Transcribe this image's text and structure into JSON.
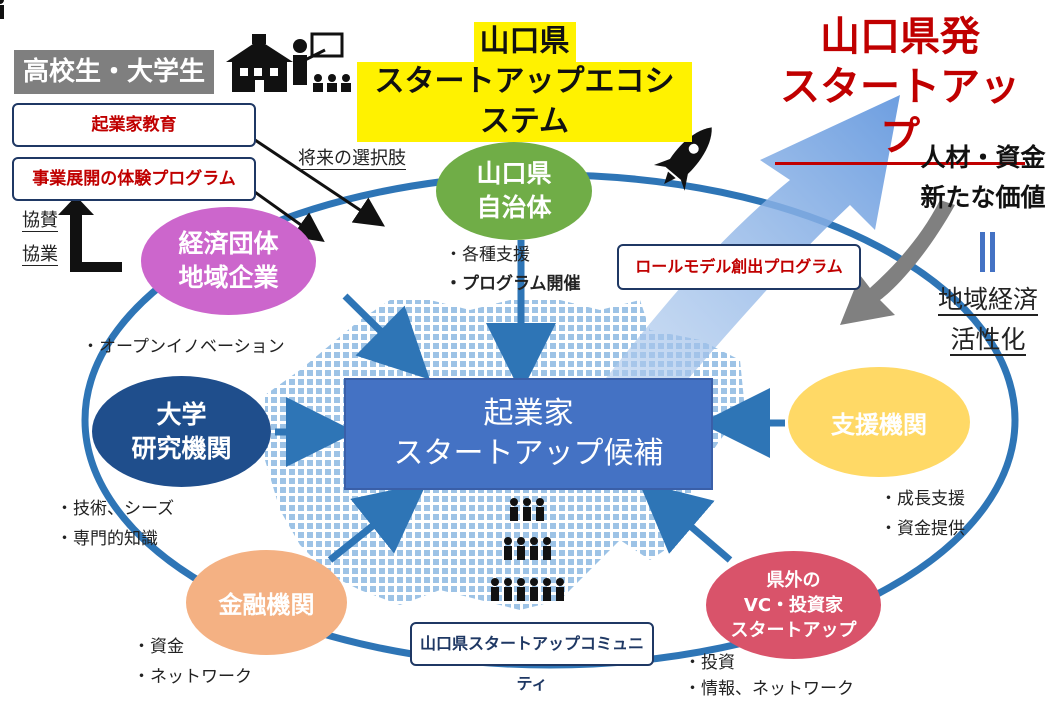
{
  "title": {
    "line1": "山口県",
    "line2": "スタートアップエコシステム"
  },
  "goal": {
    "line1": "山口県発",
    "line2": "スタートアップ"
  },
  "students": "高校生・大学生",
  "programs": {
    "education": "起業家教育",
    "experience": "事業展開の体験プログラム",
    "role_model": "ロールモデル創出プログラム"
  },
  "labels": {
    "future_choice": "将来の選択肢",
    "support": "協賛",
    "collab": "協業"
  },
  "nodes": {
    "government": {
      "line1": "山口県",
      "line2": "自治体"
    },
    "business": {
      "line1": "経済団体",
      "line2": "地域企業"
    },
    "university": {
      "line1": "大学",
      "line2": "研究機関"
    },
    "support_org": "支援機関",
    "finance": "金融機関",
    "outside": {
      "line1": "県外の",
      "line2": "VC・投資家",
      "line3": "スタートアップ"
    }
  },
  "center": {
    "line1": "起業家",
    "line2": "スタートアップ候補"
  },
  "community": "山口県スタートアップコミュニティ",
  "notes": {
    "gov1": "・各種支援",
    "gov2": "・プログラム開催",
    "open_innovation": "・オープンイノベーション",
    "univ1": "・技術、シーズ",
    "univ2": "・専門的知識",
    "support1": "・成長支援",
    "support2": "・資金提供",
    "finance1": "・資金",
    "finance2": "・ネットワーク",
    "outside1": "・投資",
    "outside2": "・情報、ネットワーク"
  },
  "result": {
    "line1": "人材・資金",
    "line2": "新たな価値",
    "region1": "地域経済",
    "region2": "活性化"
  },
  "colors": {
    "ring": "#2e75b6",
    "green": "#70ad47",
    "pink": "#cc66cc",
    "navy": "#1f4e8c",
    "yellow": "#ffd966",
    "orange": "#f4b183",
    "red": "#d9536a",
    "center": "#4472c4",
    "accent": "#c00000",
    "highlight": "#fff200"
  },
  "icons": [
    "school-icon",
    "teacher-icon",
    "rocket-icon",
    "people-group-icon"
  ]
}
